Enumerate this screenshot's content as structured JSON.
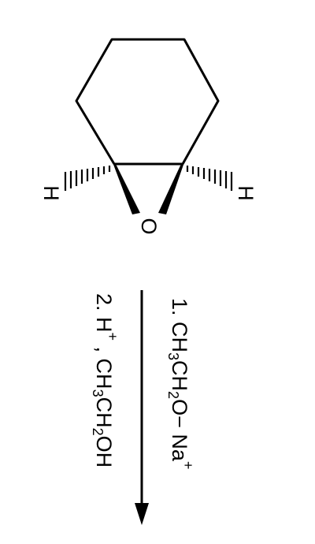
{
  "molecule": {
    "atoms": {
      "oxygen": "O",
      "hydrogen_left": "H",
      "hydrogen_right": "H"
    }
  },
  "reaction": {
    "steps": [
      {
        "number": "1.",
        "parts": [
          {
            "t": "CH"
          },
          {
            "sub": "3"
          },
          {
            "t": "CH"
          },
          {
            "sub": "2"
          },
          {
            "t": "O− Na"
          },
          {
            "sup": "+"
          }
        ]
      },
      {
        "number": "2.",
        "parts": [
          {
            "t": "H"
          },
          {
            "sup": "+"
          },
          {
            "t": " , CH"
          },
          {
            "sub": "3"
          },
          {
            "t": "CH"
          },
          {
            "sub": "2"
          },
          {
            "t": "OH"
          }
        ]
      }
    ]
  },
  "colors": {
    "ink": "#000000",
    "background": "#ffffff"
  }
}
